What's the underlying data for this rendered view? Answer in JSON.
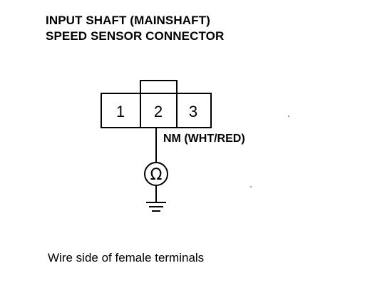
{
  "title": {
    "line1": "INPUT SHAFT (MAINSHAFT)",
    "line2": "SPEED SENSOR CONNECTOR"
  },
  "connector": {
    "pins": [
      "1",
      "2",
      "3"
    ]
  },
  "wire": {
    "label": "NM (WHT/RED)"
  },
  "meter": {
    "symbol": "Ω",
    "icon": "ohmmeter-icon"
  },
  "ground": {
    "icon": "ground-icon"
  },
  "caption": "Wire side of female terminals"
}
